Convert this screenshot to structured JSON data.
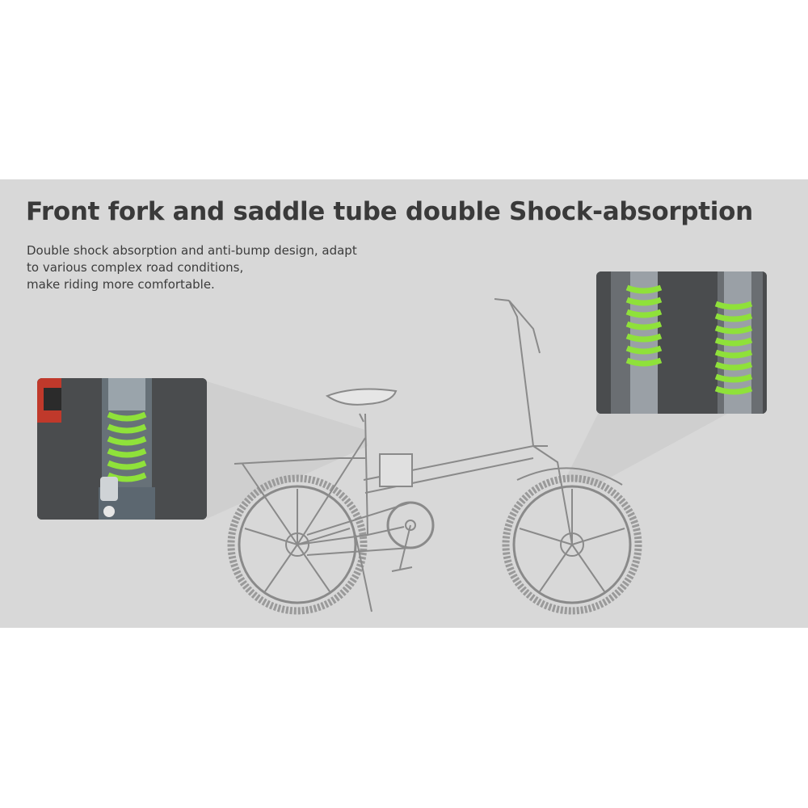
{
  "headline": "Front fork and saddle tube double Shock-absorption",
  "description_lines": [
    "Double shock absorption and anti-bump design, adapt",
    "to various complex road conditions,",
    "make riding more comfortable."
  ],
  "colors": {
    "banner_background": "#d8d8d8",
    "headline_text": "#3a3a3a",
    "spring_green": "#8fe13a",
    "inset_background": "#4a4c4e",
    "frame_line": "#8a8a8a"
  },
  "icons": [
    "folding-ebike-illustration",
    "saddle-spring-closeup",
    "front-fork-spring-closeup"
  ]
}
